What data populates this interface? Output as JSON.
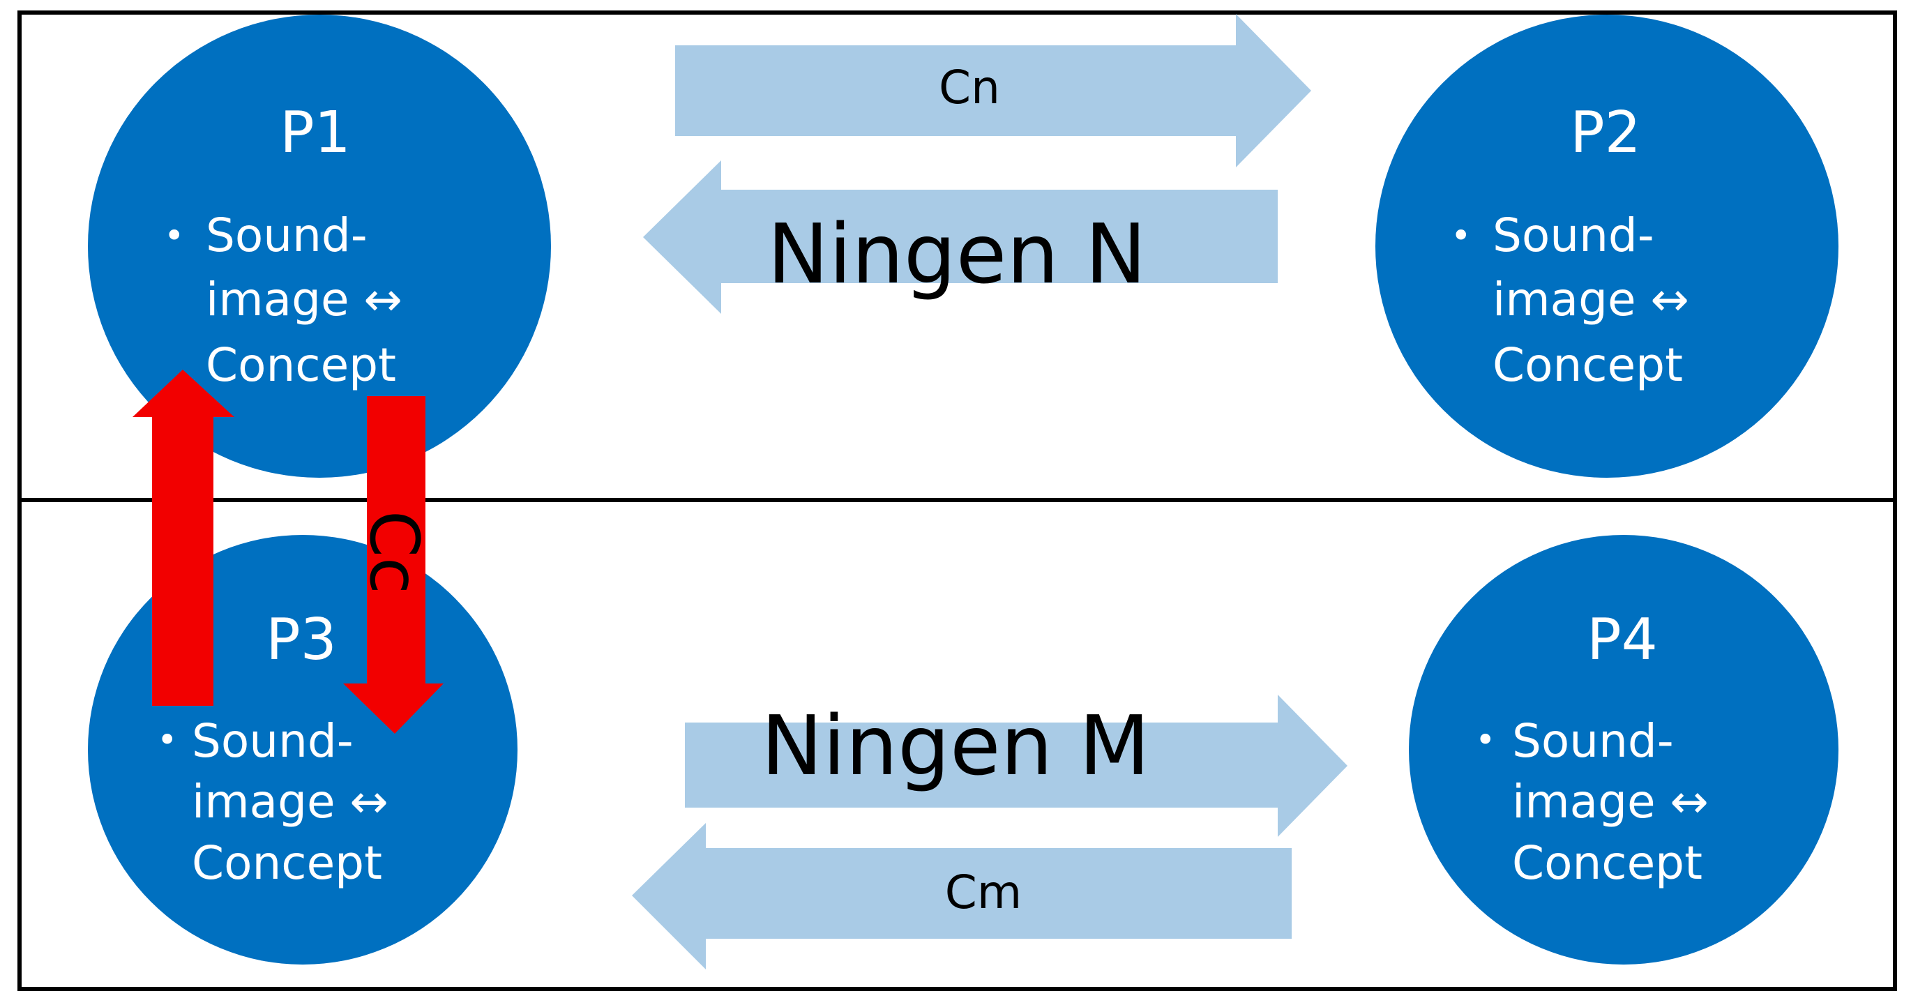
{
  "colors": {
    "circle_fill": "#0070C0",
    "light_arrow": "#A9CBE6",
    "red_arrow": "#F20000",
    "frame": "#000000"
  },
  "panels": {
    "top": {
      "group_label": "Ningen N",
      "forward_label": "Cn",
      "nodes": [
        {
          "title": "P1",
          "bullet": "•",
          "lines": [
            "Sound-",
            "image ↔",
            "Concept"
          ]
        },
        {
          "title": "P2",
          "bullet": "•",
          "lines": [
            "Sound-",
            "image ↔",
            "Concept"
          ]
        }
      ]
    },
    "bottom": {
      "group_label": "Ningen M",
      "backward_label": "Cm",
      "nodes": [
        {
          "title": "P3",
          "bullet": "•",
          "lines": [
            "Sound-",
            "image ↔",
            "Concept"
          ]
        },
        {
          "title": "P4",
          "bullet": "•",
          "lines": [
            "Sound-",
            "image ↔",
            "Concept"
          ]
        }
      ]
    }
  },
  "cross_link": {
    "label": "Cc"
  }
}
